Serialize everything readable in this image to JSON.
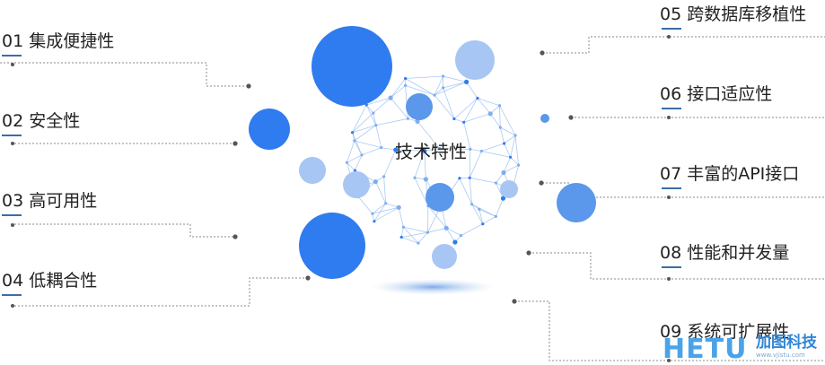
{
  "center": {
    "title": "技术特性"
  },
  "features": [
    {
      "id": "01",
      "label": "01 集成便捷性"
    },
    {
      "id": "02",
      "label": "02 安全性"
    },
    {
      "id": "03",
      "label": "03 高可用性"
    },
    {
      "id": "04",
      "label": "04 低耦合性"
    },
    {
      "id": "05",
      "label": "05 跨数据库移植性"
    },
    {
      "id": "06",
      "label": "06 接口适应性"
    },
    {
      "id": "07",
      "label": "07 丰富的API接口"
    },
    {
      "id": "08",
      "label": "08 性能和并发量"
    },
    {
      "id": "09",
      "label": "09 系统可扩展性"
    }
  ],
  "logo": {
    "brand": "HETU",
    "chinese": "加图科技",
    "url": "www.vjistu.com"
  },
  "colors": {
    "bubble_dark": "#2f7cf0",
    "bubble_mid": "#5b97ea",
    "bubble_light": "#a7c6f3",
    "network_line": "#8fb9ee",
    "connector": "#8a8a8a",
    "underline": "#3a6ea8",
    "text": "#222222"
  }
}
